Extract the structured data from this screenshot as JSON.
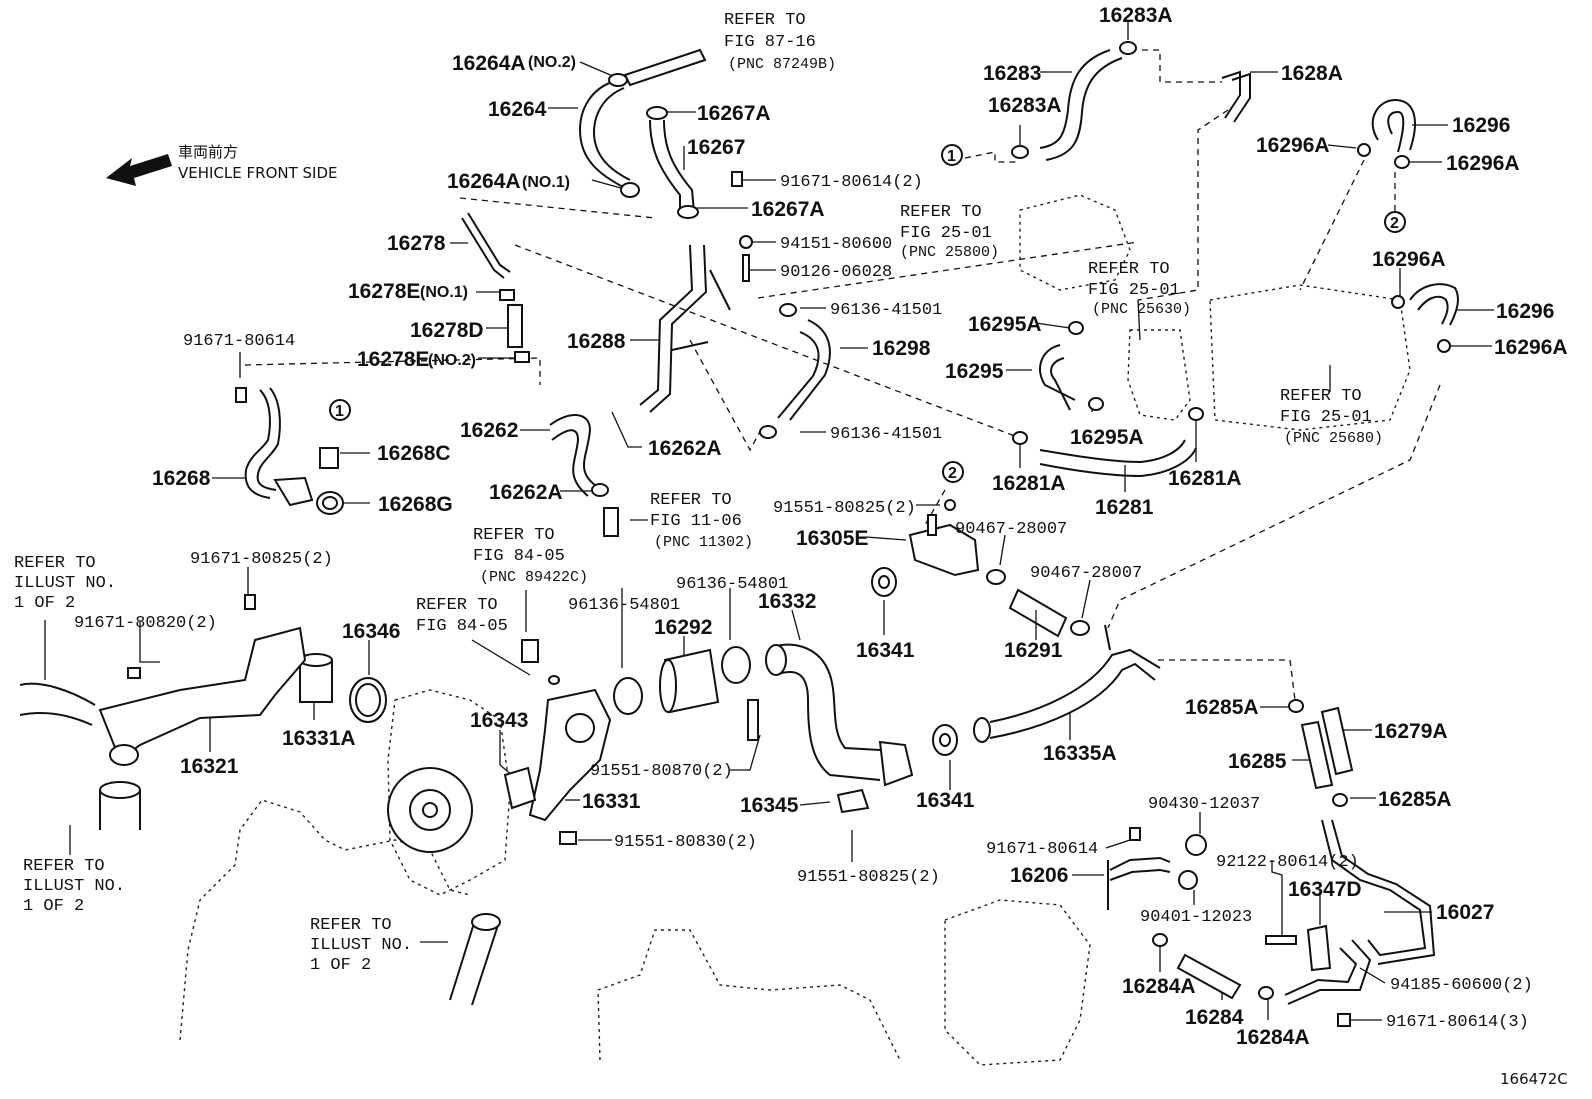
{
  "direction": {
    "jp": "車両前方",
    "en": "VEHICLE FRONT SIDE"
  },
  "diagram_code": "166472C",
  "circle_refs": [
    "1",
    "2"
  ],
  "labels": {
    "p16264a_no2": "16264A",
    "no2": "(NO.2)",
    "p16264": "16264",
    "p16264a_no1": "16264A",
    "no1": "(NO.1)",
    "p16267a_top": "16267A",
    "p16267": "16267",
    "p16267a_bot": "16267A",
    "p91671_80614_2": "91671-80614(2)",
    "p94151": "94151-80600",
    "p90126": "90126-06028",
    "p16278": "16278",
    "p16278e_no1": "16278E",
    "no1b": "(NO.1)",
    "p16278d": "16278D",
    "p16278e_no2": "16278E",
    "no2b": "(NO.2)",
    "p91671_80614": "91671-80614",
    "p16268": "16268",
    "p16268c": "16268C",
    "p16268g": "16268G",
    "p16288": "16288",
    "p96136_41501_a": "96136-41501",
    "p96136_41501_b": "96136-41501",
    "p16298": "16298",
    "p16262": "16262",
    "p16262a_a": "16262A",
    "p16262a_b": "16262A",
    "p16283a_top": "16283A",
    "p16283": "16283",
    "p16283a_mid": "16283A",
    "p1628a": "1628A",
    "p16296a_1": "16296A",
    "p16296_1": "16296",
    "p16296a_2": "16296A",
    "p16296a_3": "16296A",
    "p16296_2": "16296",
    "p16296a_4": "16296A",
    "p16295a_a": "16295A",
    "p16295": "16295",
    "p16295a_b": "16295A",
    "p16281a_a": "16281A",
    "p16281": "16281",
    "p16281a_b": "16281A",
    "p91551_80825_2a": "91551-80825(2)",
    "p16305e": "16305E",
    "p90467_a": "90467-28007",
    "p90467_b": "90467-28007",
    "p16341_a": "16341",
    "p16291": "16291",
    "p91671_80825_2": "91671-80825(2)",
    "p91671_80820_2": "91671-80820(2)",
    "p16346": "16346",
    "p16331a": "16331A",
    "p16321": "16321",
    "p16343": "16343",
    "p16331": "16331",
    "p91551_80830_2": "91551-80830(2)",
    "p96136_54801_a": "96136-54801",
    "p96136_54801_b": "96136-54801",
    "p16332": "16332",
    "p16292": "16292",
    "p91551_80870_2": "91551-80870(2)",
    "p16345": "16345",
    "p16341_b": "16341",
    "p91551_80825_2b": "91551-80825(2)",
    "p16335a": "16335A",
    "p16285a_a": "16285A",
    "p16279a": "16279A",
    "p16285": "16285",
    "p16285a_b": "16285A",
    "p90430": "90430-12037",
    "p91671_80614_b": "91671-80614",
    "p92122": "92122-80614(2)",
    "p16206": "16206",
    "p16347d": "16347D",
    "p90401": "90401-12023",
    "p16027": "16027",
    "p16284a_a": "16284A",
    "p16284": "16284",
    "p16284a_b": "16284A",
    "p94185": "94185-60600(2)",
    "p91671_80614_3": "91671-80614(3)"
  },
  "refers": {
    "r87_16": {
      "l1": "REFER TO",
      "l2": "FIG 87-16",
      "l3": "(PNC 87249B)"
    },
    "r25_800": {
      "l1": "REFER TO",
      "l2": "FIG 25-01",
      "l3": "(PNC 25800)"
    },
    "r25_630": {
      "l1": "REFER TO",
      "l2": "FIG 25-01",
      "l3": "(PNC 25630)"
    },
    "r25_680": {
      "l1": "REFER TO",
      "l2": "FIG 25-01",
      "l3": "(PNC 25680)"
    },
    "r11_06": {
      "l1": "REFER TO",
      "l2": "FIG 11-06",
      "l3": "(PNC 11302)"
    },
    "r84_05_pnc": {
      "l1": "REFER TO",
      "l2": "FIG 84-05",
      "l3": "(PNC 89422C)"
    },
    "r84_05": {
      "l1": "REFER TO",
      "l2": "FIG 84-05"
    },
    "ill_a": {
      "l1": "REFER TO",
      "l2": "ILLUST NO.",
      "l3": "1 OF 2"
    },
    "ill_b": {
      "l1": "REFER TO",
      "l2": "ILLUST NO.",
      "l3": "1 OF 2"
    },
    "ill_c": {
      "l1": "REFER TO",
      "l2": "ILLUST NO.",
      "l3": "1 OF 2"
    }
  }
}
